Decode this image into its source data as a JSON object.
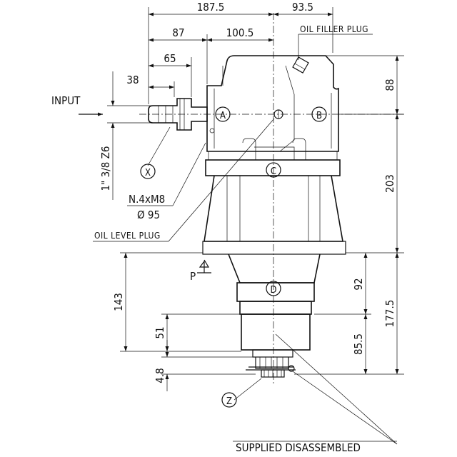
{
  "dimensions": {
    "total_width": "187.5",
    "right_width": "93.5",
    "width_87": "87",
    "width_100_5": "100.5",
    "width_65": "65",
    "width_38": "38",
    "height_88": "88",
    "height_203": "203",
    "height_92": "92",
    "height_177_5": "177.5",
    "height_143": "143",
    "height_85_5": "85.5",
    "height_51": "51",
    "height_4_8": "4.8",
    "shaft_spec": "1\" 3/8 Z6",
    "flange_bolts": "N.4xM8",
    "flange_diameter": "Ø 95"
  },
  "labels": {
    "input": "INPUT",
    "oil_filler_plug": "OIL FILLER PLUG",
    "oil_level_plug": "OIL LEVEL PLUG",
    "supplied_disassembled": "SUPPLIED DISASSEMBLED",
    "p_marker": "P"
  },
  "markers": {
    "a": "A",
    "b": "B",
    "c": "C",
    "d": "D",
    "x": "X",
    "z": "Z"
  }
}
